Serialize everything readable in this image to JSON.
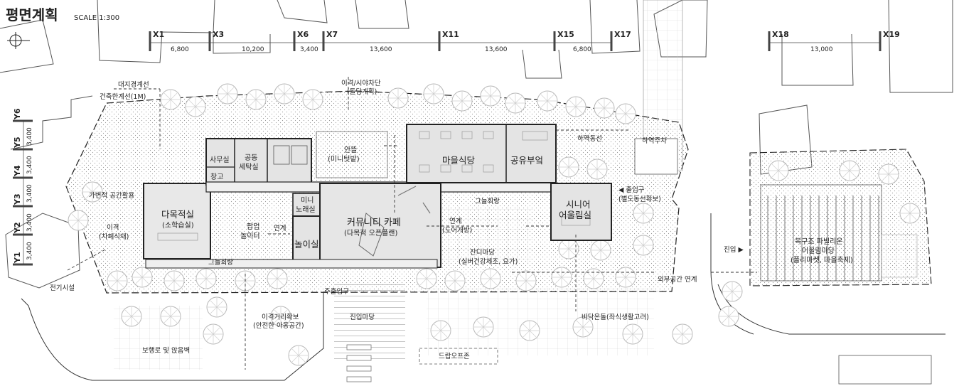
{
  "title": "평면계획",
  "scale": "SCALE 1:300",
  "grid_x": [
    "X1",
    "X3",
    "X6",
    "X7",
    "X11",
    "X15",
    "X17",
    "X18",
    "X19"
  ],
  "grid_y": [
    "Y6",
    "Y5",
    "Y4",
    "Y3",
    "Y2",
    "Y1"
  ],
  "dims_x": [
    "6,800",
    "10,200",
    "3,400",
    "13,600",
    "13,600",
    "6,800",
    "13,000"
  ],
  "dims_y": [
    "3,400",
    "3,400",
    "3,400",
    "3,400",
    "3,400"
  ],
  "rooms": {
    "office": "사무실",
    "storage": "창고",
    "laundry_l1": "공동",
    "laundry_l2": "세탁실",
    "multi_l1": "다목적실",
    "multi_l2": "(소학습실)",
    "yard_l1": "안뜰",
    "yard_l2": "(미니텃밭)",
    "dining": "마을식당",
    "kitchen": "공유부엌",
    "karaoke_l1": "미니",
    "karaoke_l2": "노래실",
    "cafe_l1": "커뮤니티 카페",
    "cafe_l2": "(다목적 오픈플랜)",
    "play": "놀이실",
    "popup_l1": "팝업",
    "popup_l2": "놀이터",
    "senior_l1": "시니어",
    "senior_l2": "어울림실",
    "pavilion_l1": "목구조 파빌리온",
    "pavilion_l2": "어울림마당",
    "pavilion_l3": "(플리마켓, 마을축제)"
  },
  "labels": {
    "site_line": "대지경계선",
    "build_line": "건축한계선(1M)",
    "setback_top_l1": "이격/시야차단",
    "setback_top_l2": "(돌담계획)",
    "flexible": "가변적 공간활용",
    "setback_left_l1": "이격",
    "setback_left_l2": "(차폐식재)",
    "shade_corridor_1": "그늘회랑",
    "shade_corridor_2": "그늘회랑",
    "link_1": "연계",
    "link_2_l1": "연계",
    "link_2_l2": "(도어개방)",
    "lawn_l1": "잔디마당",
    "lawn_l2": "(실버건강체조, 요가)",
    "unload_line": "하역동선",
    "unload_parking": "하역주차",
    "entrance_l1": "◀ 출입구",
    "entrance_l2": "(별도동선확보)",
    "main_entrance": "주출입구",
    "entry_yard": "진입마당",
    "dist_l1": "이격거리확보",
    "dist_l2": "(안전한 아동공간)",
    "walkway": "보행로 및 앉음벽",
    "drop_off": "드랍오프존",
    "floor_heating": "바닥온돌(좌식생활고려)",
    "outdoor_link": "외부공간 연계",
    "approach": "진입 ▶",
    "electric": "전기시설"
  }
}
